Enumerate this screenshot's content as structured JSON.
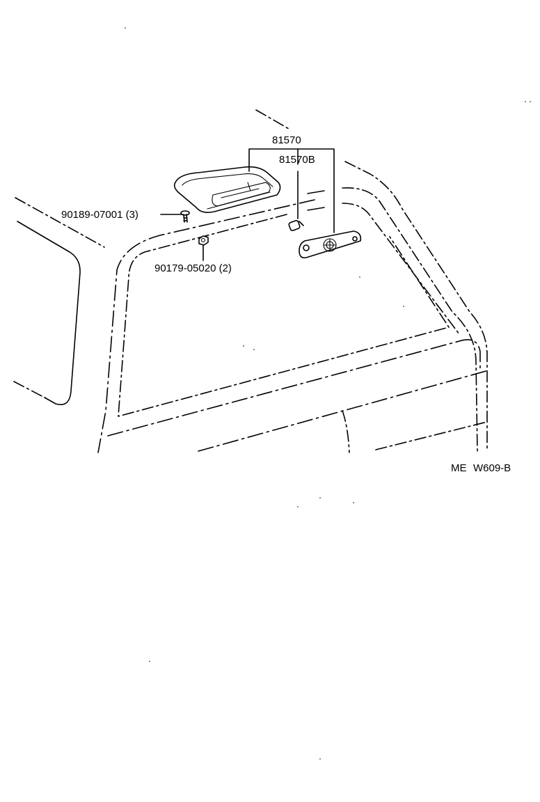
{
  "labels": {
    "assembly": "81570",
    "bulb": "81570B",
    "screw": "90189-07001 (3)",
    "nut": "90179-05020 (2)"
  },
  "figure_code": {
    "prefix": "ME",
    "code": "W609-B"
  },
  "colors": {
    "line": "#000000",
    "background": "#ffffff"
  }
}
